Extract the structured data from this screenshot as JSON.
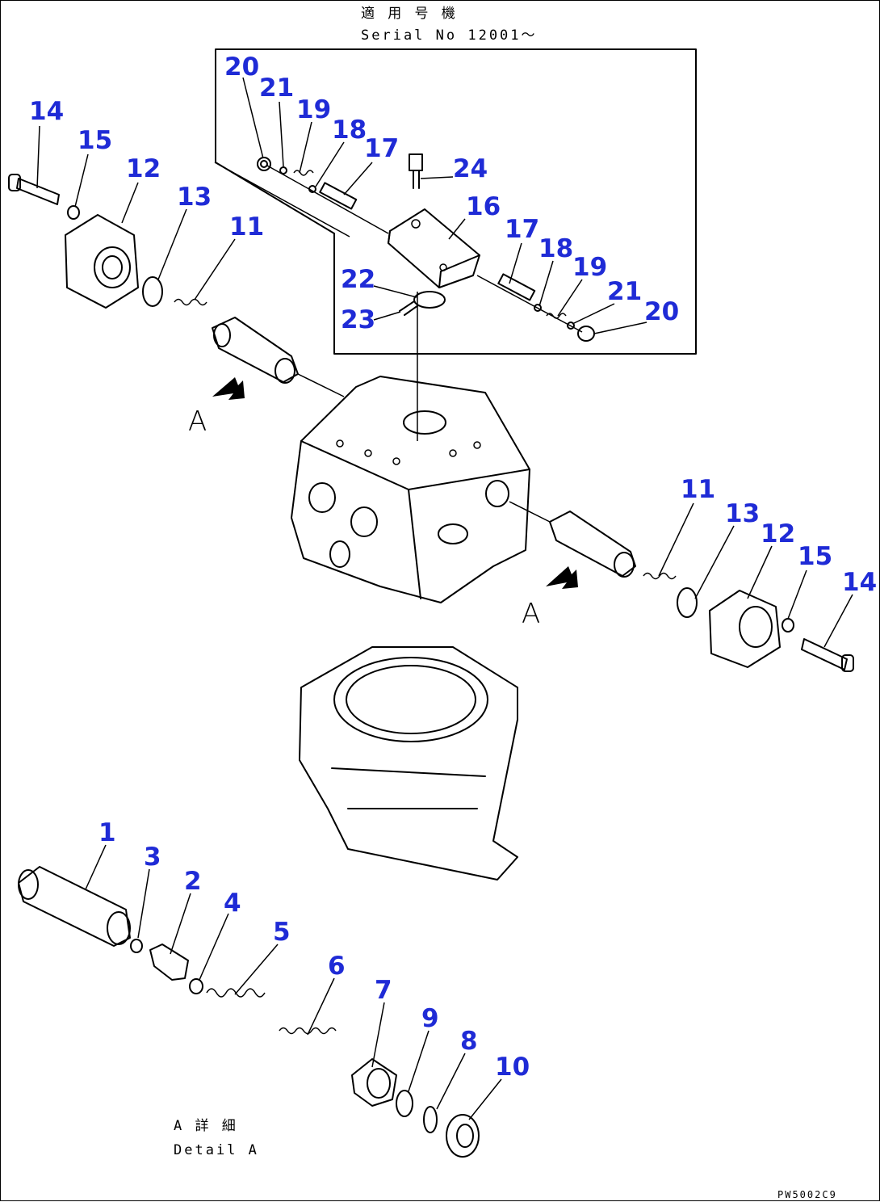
{
  "header": {
    "applicable_label": "適 用 号 機",
    "serial_label": "Serial No 12001～"
  },
  "view_labels": [
    "A",
    "A"
  ],
  "detail_caption": {
    "line1": "A 詳 細",
    "line2": "Detail A"
  },
  "drawing_code": "PW5002C9",
  "callouts": [
    {
      "id": "c1",
      "number": "1"
    },
    {
      "id": "c2",
      "number": "2"
    },
    {
      "id": "c3",
      "number": "3"
    },
    {
      "id": "c4",
      "number": "4"
    },
    {
      "id": "c5",
      "number": "5"
    },
    {
      "id": "c6",
      "number": "6"
    },
    {
      "id": "c7",
      "number": "7"
    },
    {
      "id": "c8",
      "number": "8"
    },
    {
      "id": "c9",
      "number": "9"
    },
    {
      "id": "c10",
      "number": "10"
    },
    {
      "id": "c11a",
      "number": "11"
    },
    {
      "id": "c11b",
      "number": "11"
    },
    {
      "id": "c12a",
      "number": "12"
    },
    {
      "id": "c12b",
      "number": "12"
    },
    {
      "id": "c13a",
      "number": "13"
    },
    {
      "id": "c13b",
      "number": "13"
    },
    {
      "id": "c14a",
      "number": "14"
    },
    {
      "id": "c14b",
      "number": "14"
    },
    {
      "id": "c15a",
      "number": "15"
    },
    {
      "id": "c15b",
      "number": "15"
    },
    {
      "id": "c16",
      "number": "16"
    },
    {
      "id": "c17a",
      "number": "17"
    },
    {
      "id": "c17b",
      "number": "17"
    },
    {
      "id": "c18a",
      "number": "18"
    },
    {
      "id": "c18b",
      "number": "18"
    },
    {
      "id": "c19a",
      "number": "19"
    },
    {
      "id": "c19b",
      "number": "19"
    },
    {
      "id": "c20a",
      "number": "20"
    },
    {
      "id": "c20b",
      "number": "20"
    },
    {
      "id": "c21a",
      "number": "21"
    },
    {
      "id": "c21b",
      "number": "21"
    },
    {
      "id": "c22",
      "number": "22"
    },
    {
      "id": "c23",
      "number": "23"
    },
    {
      "id": "c24",
      "number": "24"
    }
  ]
}
